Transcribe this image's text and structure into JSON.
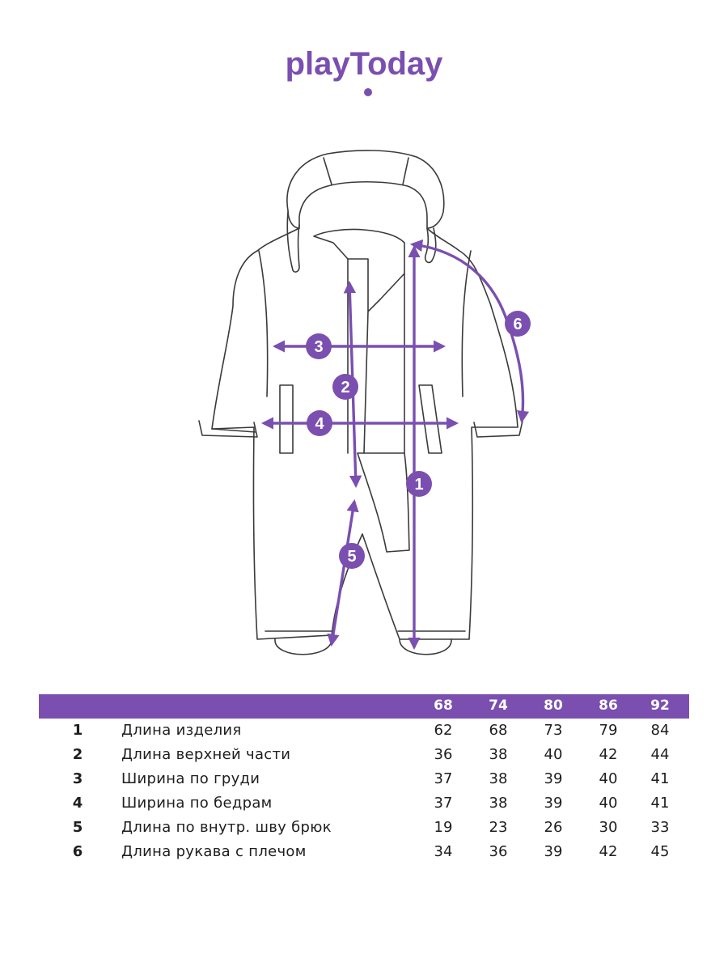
{
  "brand": {
    "logo_text": "playToday",
    "accent_color": "#7a4fb0"
  },
  "diagram": {
    "labels": [
      "1",
      "2",
      "3",
      "4",
      "5",
      "6"
    ]
  },
  "size_table": {
    "sizes": [
      "68",
      "74",
      "80",
      "86",
      "92"
    ],
    "rows": [
      {
        "num": "1",
        "name": "Длина изделия",
        "values": [
          "62",
          "68",
          "73",
          "79",
          "84"
        ]
      },
      {
        "num": "2",
        "name": "Длина верхней части",
        "values": [
          "36",
          "38",
          "40",
          "42",
          "44"
        ]
      },
      {
        "num": "3",
        "name": "Ширина по груди",
        "values": [
          "37",
          "38",
          "39",
          "40",
          "41"
        ]
      },
      {
        "num": "4",
        "name": "Ширина по бедрам",
        "values": [
          "37",
          "38",
          "39",
          "40",
          "41"
        ]
      },
      {
        "num": "5",
        "name": "Длина по внутр. шву брюк",
        "values": [
          "19",
          "23",
          "26",
          "30",
          "33"
        ]
      },
      {
        "num": "6",
        "name": "Длина рукава с плечом",
        "values": [
          "34",
          "36",
          "39",
          "42",
          "45"
        ]
      }
    ]
  }
}
